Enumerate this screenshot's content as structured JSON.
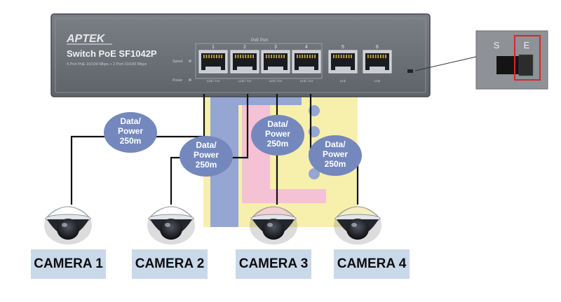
{
  "switch": {
    "brand": "APTEK",
    "model": "Switch PoE SF1042P",
    "spec": "4 Port PoE 10/100 Mbps + 2 Port 10/100 Mbps",
    "poe_port_group_label": "PoE Port",
    "port_numbers": [
      "1",
      "2",
      "3",
      "4",
      "5",
      "6"
    ],
    "led_labels": [
      "Speed",
      "Power"
    ],
    "port_status_labels": [
      "Link / Act",
      "Link / Act",
      "Link / Act",
      "Link / Act",
      "Link",
      "Link"
    ]
  },
  "dip_switch_inset": {
    "left_label": "S",
    "right_label": "E",
    "highlight_color": "#d9262b"
  },
  "links": [
    {
      "line1": "Data/",
      "line2": "Power",
      "line3": "250m"
    },
    {
      "line1": "Data/",
      "line2": "Power",
      "line3": "250m"
    },
    {
      "line1": "Data/",
      "line2": "Power",
      "line3": "250m"
    },
    {
      "line1": "Data/",
      "line2": "Power",
      "line3": "250m"
    }
  ],
  "cameras": [
    {
      "label": "CAMERA 1"
    },
    {
      "label": "CAMERA 2"
    },
    {
      "label": "CAMERA 3"
    },
    {
      "label": "CAMERA 4"
    }
  ],
  "colors": {
    "switch_body": "#6a6e74",
    "bubble_fill": "#7488bd",
    "label_fill": "#c9d9ea",
    "cable": "#111111",
    "watermark_blue": "#3f5fb0",
    "watermark_yellow": "#f1e36a",
    "watermark_pink": "#ee8fb4"
  }
}
